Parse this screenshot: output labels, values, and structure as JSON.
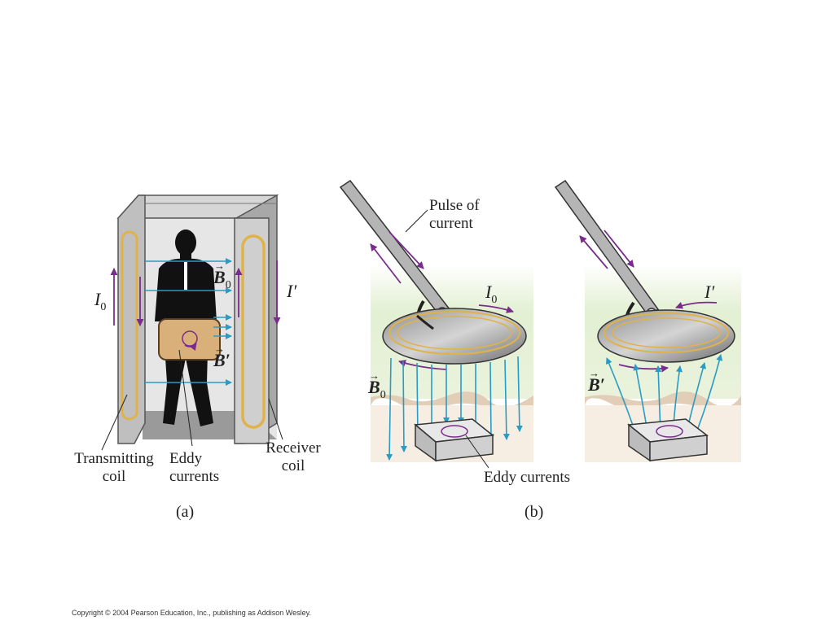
{
  "panel_a": {
    "caption": "(a)",
    "transmitting_coil": [
      "Transmitting",
      "coil"
    ],
    "eddy_currents": [
      "Eddy",
      "currents"
    ],
    "receiver_coil": [
      "Receiver",
      "coil"
    ],
    "current_I0": {
      "main": "I",
      "sub": "0"
    },
    "current_Iprime": "I′",
    "field_B0": {
      "main": "B",
      "sub": "0"
    },
    "field_Bprime": "B′"
  },
  "panel_b": {
    "caption": "(b)",
    "pulse_of_current": [
      "Pulse of",
      "current"
    ],
    "current_I0": {
      "main": "I",
      "sub": "0"
    },
    "current_Iprime": "I′",
    "field_B0": {
      "main": "B",
      "sub": "0"
    },
    "field_Bprime": "B′",
    "eddy_currents": "Eddy currents"
  },
  "copyright": "Copyright © 2004 Pearson Education, Inc., publishing as Addison Wesley.",
  "colors": {
    "field": "#2a9cc4",
    "current": "#7a2c8c",
    "coil": "#e0b24a",
    "frame": "#bdbdbd",
    "ground": "#f2e8dc",
    "grass": "#e4f0d6"
  }
}
